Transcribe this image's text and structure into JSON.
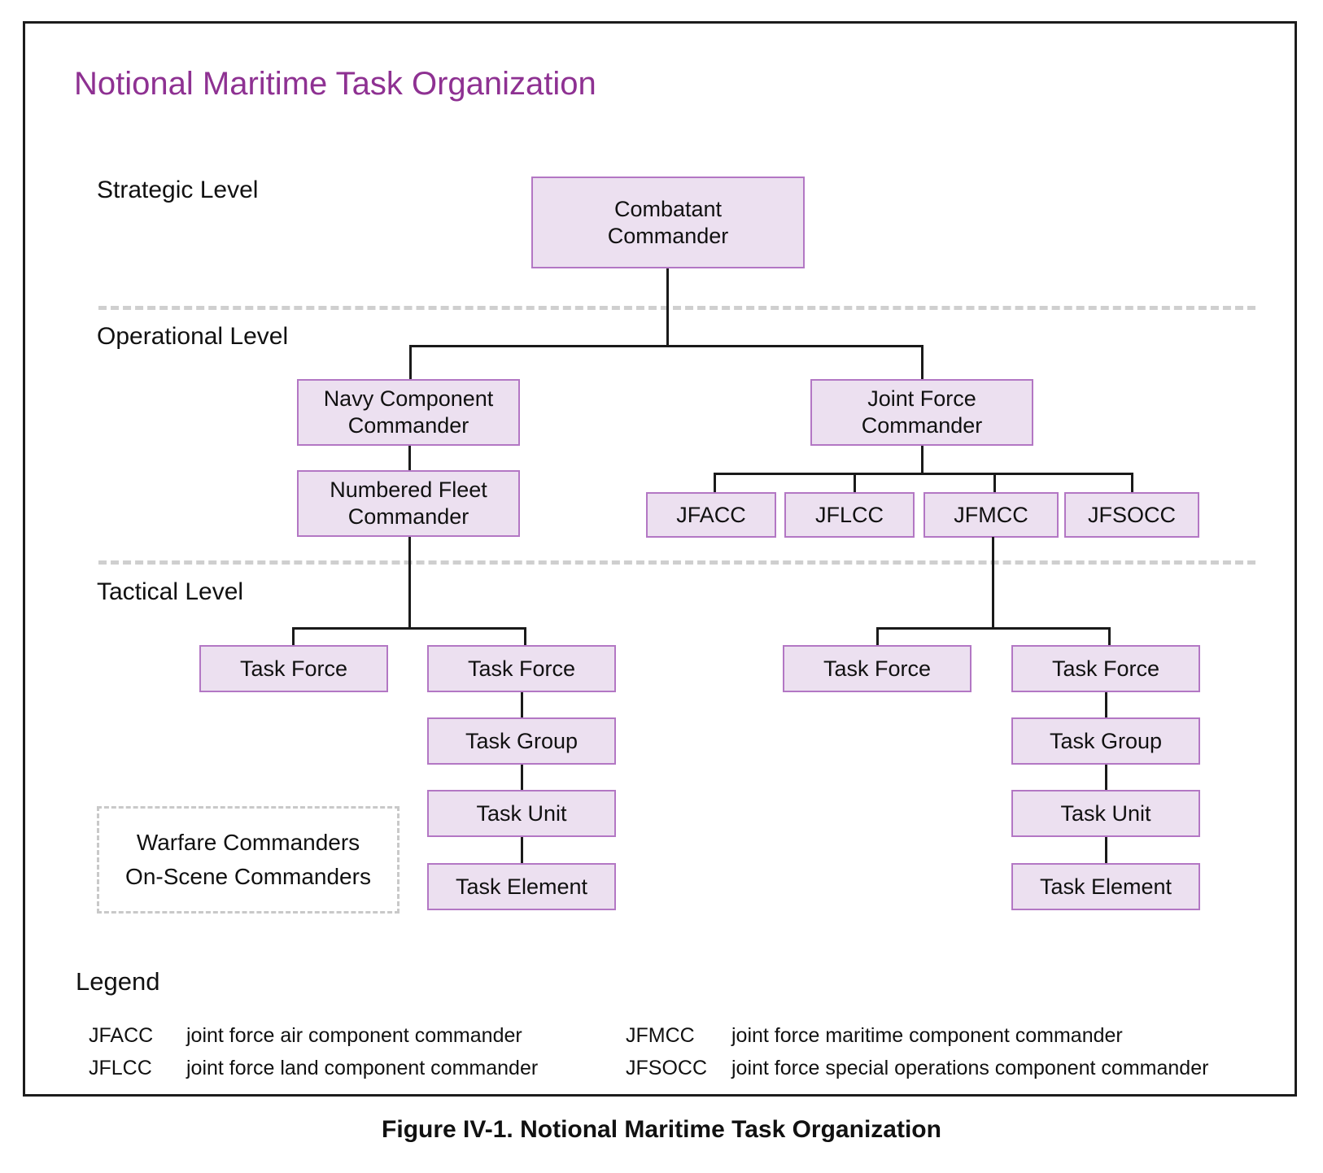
{
  "figure": {
    "title": "Notional Maritime Task Organization",
    "caption": "Figure IV-1.  Notional Maritime Task Organization",
    "accent_color": "#8e3192",
    "node_fill": "#ece0f0",
    "node_border": "#b377c4",
    "connector_color": "#1a1a1a",
    "divider_color": "#cfcfcf"
  },
  "levels": [
    {
      "id": "strategic",
      "label": "Strategic Level"
    },
    {
      "id": "operational",
      "label": "Operational Level"
    },
    {
      "id": "tactical",
      "label": "Tactical Level"
    }
  ],
  "nodes": {
    "combatant_commander": "Combatant\nCommander",
    "combatant_commander_l1": "Combatant",
    "combatant_commander_l2": "Commander",
    "navy_component_l1": "Navy Component",
    "navy_component_l2": "Commander",
    "numbered_fleet_l1": "Numbered Fleet",
    "numbered_fleet_l2": "Commander",
    "joint_force_l1": "Joint Force",
    "joint_force_l2": "Commander",
    "jfacc": "JFACC",
    "jflcc": "JFLCC",
    "jfmcc": "JFMCC",
    "jfsocc": "JFSOCC",
    "task_force": "Task Force",
    "task_group": "Task Group",
    "task_unit": "Task Unit",
    "task_element": "Task Element"
  },
  "annotation_box": {
    "line1": "Warfare Commanders",
    "line2": "On-Scene Commanders"
  },
  "legend": {
    "title": "Legend",
    "entries": [
      {
        "abbr": "JFACC",
        "desc": "joint force air component commander"
      },
      {
        "abbr": "JFMCC",
        "desc": "joint force maritime component commander"
      },
      {
        "abbr": "JFLCC",
        "desc": "joint force land component commander"
      },
      {
        "abbr": "JFSOCC",
        "desc": "joint force special operations component commander"
      }
    ]
  },
  "chart_data": {
    "type": "table",
    "title": "Notional Maritime Task Organization",
    "hierarchy": [
      {
        "name": "Combatant Commander",
        "level": "Strategic Level",
        "children": [
          {
            "name": "Navy Component Commander",
            "level": "Operational Level",
            "children": [
              {
                "name": "Numbered Fleet Commander",
                "level": "Operational Level",
                "children": [
                  {
                    "name": "Task Force",
                    "level": "Tactical Level",
                    "children": []
                  },
                  {
                    "name": "Task Force",
                    "level": "Tactical Level",
                    "children": [
                      {
                        "name": "Task Group",
                        "level": "Tactical Level",
                        "children": [
                          {
                            "name": "Task Unit",
                            "level": "Tactical Level",
                            "children": [
                              {
                                "name": "Task Element",
                                "level": "Tactical Level",
                                "children": []
                              }
                            ]
                          }
                        ]
                      }
                    ]
                  }
                ]
              }
            ]
          },
          {
            "name": "Joint Force Commander",
            "level": "Operational Level",
            "children": [
              {
                "name": "JFACC",
                "level": "Operational Level",
                "children": []
              },
              {
                "name": "JFLCC",
                "level": "Operational Level",
                "children": []
              },
              {
                "name": "JFMCC",
                "level": "Operational Level",
                "children": [
                  {
                    "name": "Task Force",
                    "level": "Tactical Level",
                    "children": []
                  },
                  {
                    "name": "Task Force",
                    "level": "Tactical Level",
                    "children": [
                      {
                        "name": "Task Group",
                        "level": "Tactical Level",
                        "children": [
                          {
                            "name": "Task Unit",
                            "level": "Tactical Level",
                            "children": [
                              {
                                "name": "Task Element",
                                "level": "Tactical Level",
                                "children": []
                              }
                            ]
                          }
                        ]
                      }
                    ]
                  }
                ]
              },
              {
                "name": "JFSOCC",
                "level": "Operational Level",
                "children": []
              }
            ]
          }
        ]
      }
    ]
  }
}
